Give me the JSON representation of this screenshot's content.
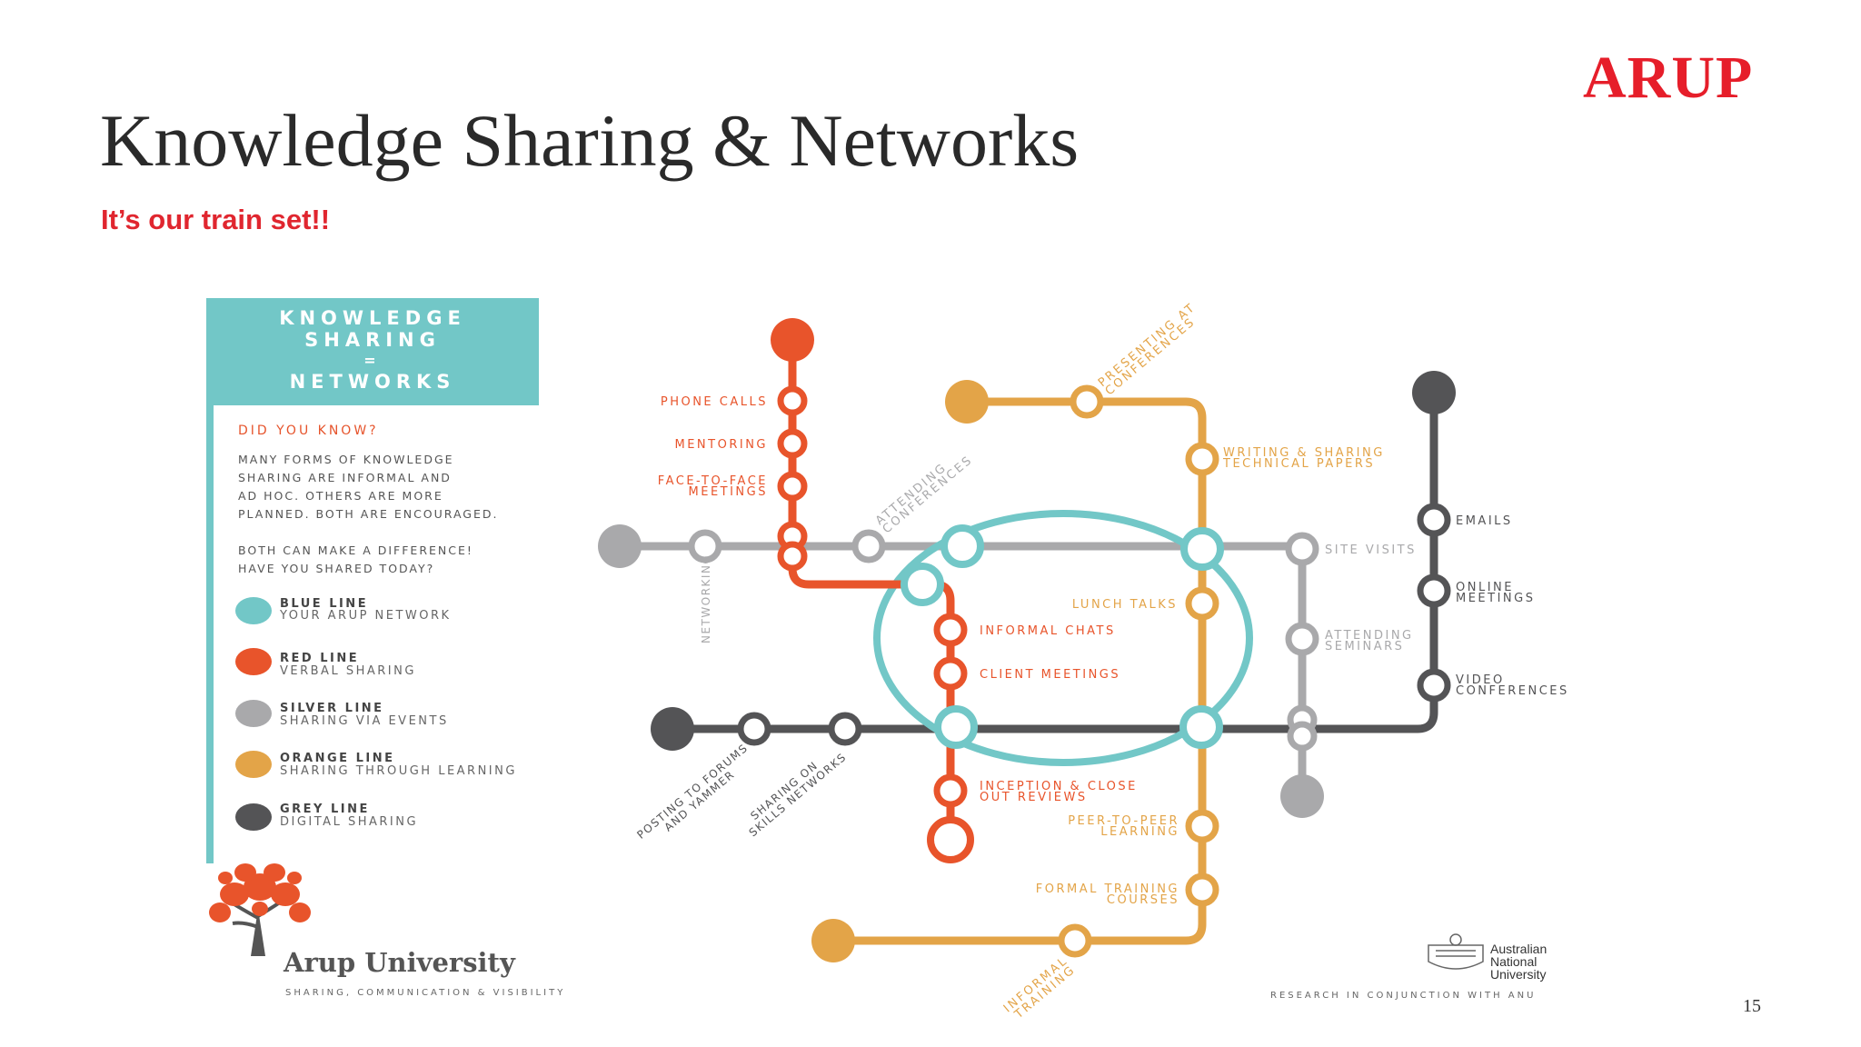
{
  "slide": {
    "title": "Knowledge Sharing & Networks",
    "subtitle": "It’s our train set!!",
    "brand": "ARUP",
    "page_number": "15"
  },
  "sidebar": {
    "title_lines": [
      "KNOWLEDGE",
      "SHARING",
      "=",
      "NETWORKS"
    ],
    "heading": "DID YOU KNOW?",
    "paragraph1": "MANY FORMS OF KNOWLEDGE\nSHARING ARE INFORMAL AND\nAD HOC. OTHERS ARE MORE\nPLANNED. BOTH ARE ENCOURAGED.",
    "paragraph2": "BOTH CAN MAKE A DIFFERENCE!\nHAVE YOU SHARED TODAY?",
    "legend": [
      {
        "name": "BLUE LINE",
        "desc": "YOUR ARUP NETWORK",
        "color": "#72c7c7"
      },
      {
        "name": "RED LINE",
        "desc": "VERBAL SHARING",
        "color": "#e8542b"
      },
      {
        "name": "SILVER LINE",
        "desc": "SHARING VIA EVENTS",
        "color": "#a9a9ab"
      },
      {
        "name": "ORANGE LINE",
        "desc": "SHARING THROUGH LEARNING",
        "color": "#e3a448"
      },
      {
        "name": "GREY LINE",
        "desc": "DIGITAL SHARING",
        "color": "#545456"
      }
    ]
  },
  "map": {
    "colors": {
      "blue": "#72c7c7",
      "red": "#e8542b",
      "silver": "#a9a9ab",
      "orange": "#e3a448",
      "grey": "#545456"
    },
    "labels": {
      "phone_calls": "PHONE CALLS",
      "mentoring": "MENTORING",
      "face_to_face_1": "FACE-TO-FACE",
      "face_to_face_2": "MEETINGS",
      "attending_conf_1": "ATTENDING",
      "attending_conf_2": "CONFERENCES",
      "presenting_1": "PRESENTING AT",
      "presenting_2": "CONFERENCES",
      "writing_1": "WRITING & SHARING",
      "writing_2": "TECHNICAL PAPERS",
      "networking": "NETWORKING",
      "site_visits": "SITE VISITS",
      "emails": "EMAILS",
      "online_1": "ONLINE",
      "online_2": "MEETINGS",
      "lunch_talks": "LUNCH TALKS",
      "informal_chats": "INFORMAL CHATS",
      "client_meetings": "CLIENT MEETINGS",
      "att_seminars_1": "ATTENDING",
      "att_seminars_2": "SEMINARS",
      "video_1": "VIDEO",
      "video_2": "CONFERENCES",
      "forums_1": "POSTING TO FORUMS",
      "forums_2": "AND YAMMER",
      "skills_1": "SHARING ON",
      "skills_2": "SKILLS NETWORKS",
      "inception_1": "INCEPTION & CLOSE",
      "inception_2": "OUT REVIEWS",
      "peer_1": "PEER-TO-PEER",
      "peer_2": "LEARNING",
      "formal_1": "FORMAL TRAINING",
      "formal_2": "COURSES",
      "informal_training_1": "INFORMAL",
      "informal_training_2": "TRAINING"
    }
  },
  "footer": {
    "au_name": "Arup University",
    "au_tagline": "SHARING, COMMUNICATION & VISIBILITY",
    "anu_name": "Australian\nNational\nUniversity",
    "anu_note": "RESEARCH IN CONJUNCTION WITH ANU"
  }
}
